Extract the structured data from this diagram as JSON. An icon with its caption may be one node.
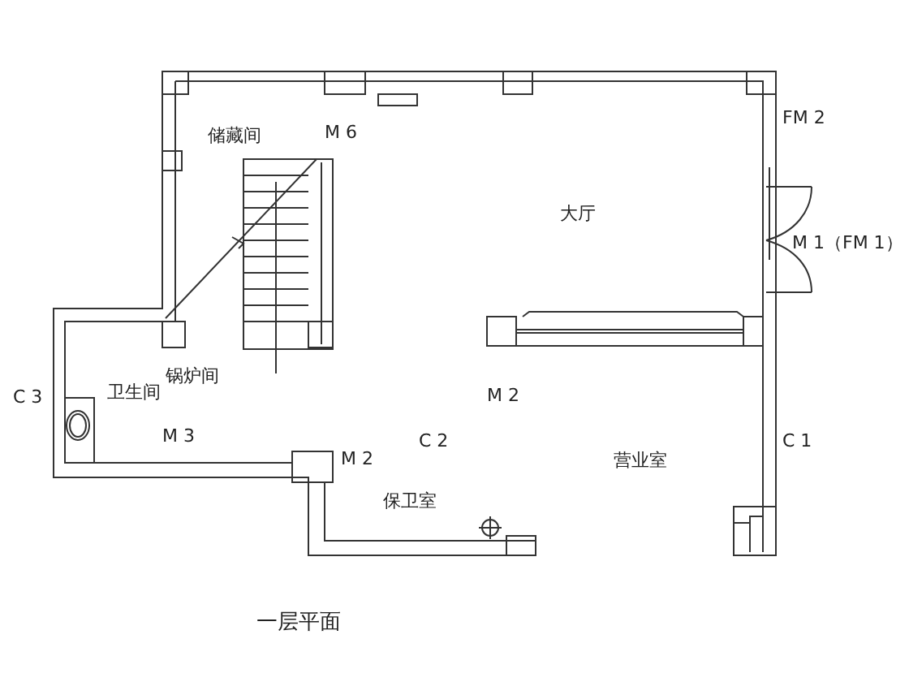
{
  "diagram": {
    "title": "一层平面",
    "labels": [
      "FM 2",
      "储藏间",
      "M 6",
      "大厅",
      "M 1（FM 1）",
      "锅炉间",
      "C 3",
      "卫生间",
      "M 2",
      "M 3",
      "C 2",
      "C 1",
      "M 2",
      "营业室",
      "保卫室"
    ]
  }
}
